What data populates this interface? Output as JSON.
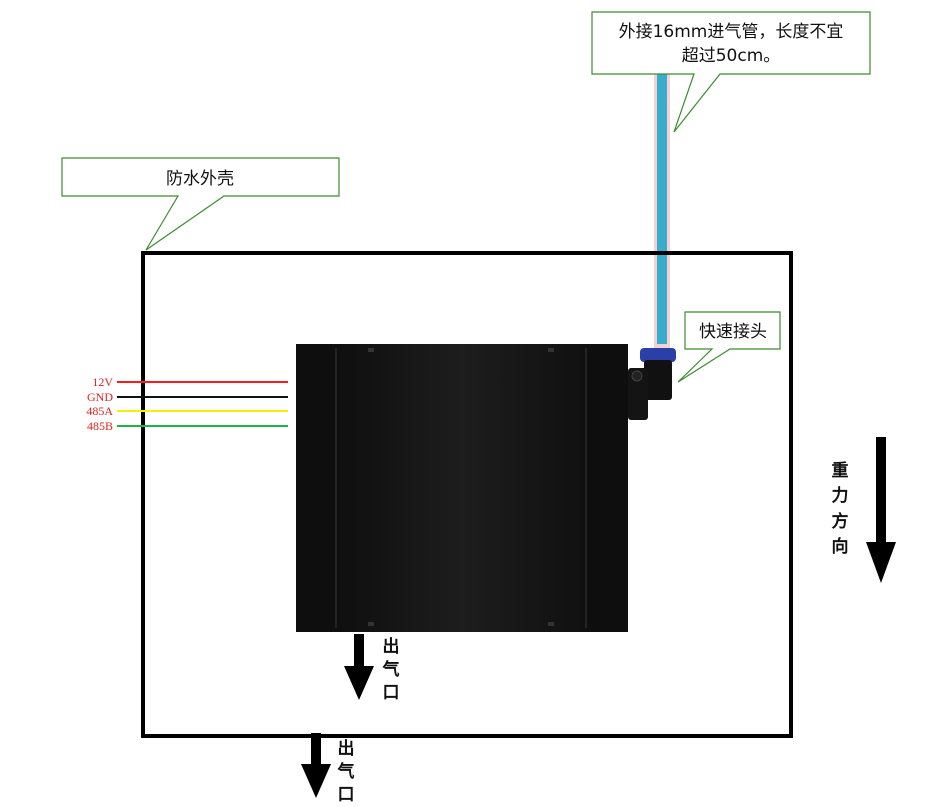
{
  "callouts": {
    "air_pipe_line1": "外接16mm进气管，长度不宜",
    "air_pipe_line2": "超过50cm。",
    "housing": "防水外壳",
    "connector": "快速接头"
  },
  "wires": [
    {
      "label": "12V",
      "color": "#ff1a1a"
    },
    {
      "label": "GND",
      "color": "#111111"
    },
    {
      "label": "485A",
      "color": "#f2f200"
    },
    {
      "label": "485B",
      "color": "#1db34a"
    }
  ],
  "outlet_inner": [
    "出",
    "气",
    "口"
  ],
  "outlet_outer": [
    "出",
    "气",
    "口"
  ],
  "gravity": [
    "重",
    "力",
    "方",
    "向"
  ],
  "colors": {
    "callout_border": "#3c8c2f",
    "pipe": "#3aaccc",
    "pipe_glow": "#f0b8b8",
    "housing_border": "#000000",
    "device_body": "#141414"
  }
}
